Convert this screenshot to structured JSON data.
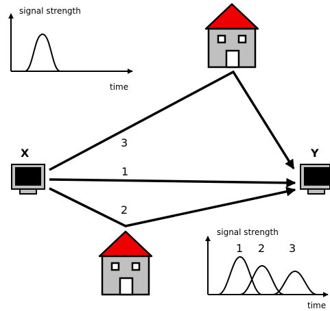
{
  "nodes": {
    "sender_label": "X",
    "receiver_label": "Y"
  },
  "paths": [
    {
      "label": "1"
    },
    {
      "label": "2"
    },
    {
      "label": "3"
    }
  ],
  "top_plot": {
    "ylabel": "signal strength",
    "xlabel": "time"
  },
  "bottom_plot": {
    "ylabel": "signal strength",
    "xlabel": "time",
    "peak_labels": [
      "1",
      "2",
      "3"
    ]
  },
  "colors": {
    "roof": "#ee0000",
    "wall": "#c0c0c0",
    "monitor_screen": "#000000",
    "monitor_body": "#c0c0c0"
  }
}
